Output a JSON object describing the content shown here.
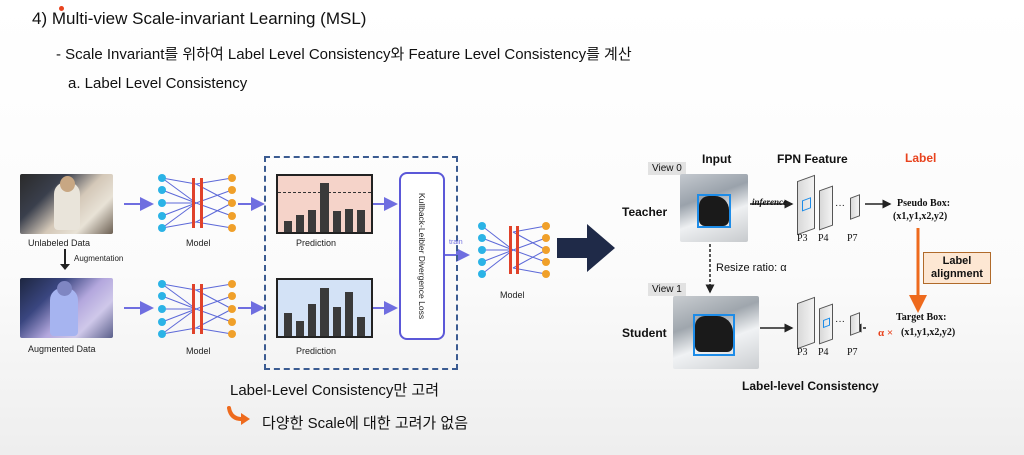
{
  "heading": "4) Multi-view Scale-invariant Learning (MSL)",
  "subheading": "- Scale Invariant를 위하여 Label Level Consistency와  Feature Level Consistency를 계산",
  "subsection": "a. Label Level Consistency",
  "left_diagram": {
    "unlabeled_label": "Unlabeled Data",
    "augmentation_label": "Augmentation",
    "augmented_label": "Augmented Data",
    "model_label_top": "Model",
    "model_label_bottom": "Model",
    "prediction_label_top": "Prediction",
    "prediction_label_bottom": "Prediction",
    "kl_text": "Kullback-Leibler Divergence Loss",
    "train_label": "train",
    "model_label_right": "Model",
    "pred_top_bars": [
      0.22,
      0.32,
      0.42,
      0.95,
      0.4,
      0.45,
      0.42
    ],
    "pred_bottom_bars": [
      0.45,
      0.28,
      0.62,
      0.92,
      0.55,
      0.85,
      0.36
    ]
  },
  "note1": "Label-Level Consistency만 고려",
  "note2": "다양한 Scale에 대한 고려가 없음",
  "right_diagram": {
    "col_input": "Input",
    "col_fpn": "FPN Feature",
    "col_label": "Label",
    "view0": "View 0",
    "view1": "View 1",
    "teacher": "Teacher",
    "student": "Student",
    "inference": "inference",
    "resize": "Resize ratio: α",
    "p3_top": "P3",
    "p4_top": "P4",
    "p7_top": "P7",
    "p3_bot": "P3",
    "p4_bot": "P4",
    "p7_bot": "P7",
    "dots_top": "···",
    "dots_bot": "···",
    "pseudo_box": "Pseudo Box:",
    "pseudo_coords": "(x1,y1,x2,y2)",
    "label_alignment": "Label alignment",
    "target_box": "Target Box:",
    "alpha": "α ×",
    "target_coords": "(x1,y1,x2,y2)",
    "caption": "Label-level Consistency"
  },
  "colors": {
    "accent_red": "#e8431e",
    "arrow_blue": "#6f6ee0",
    "box_blue": "#1d8ce8",
    "orange_arrow": "#ee6a1d"
  }
}
